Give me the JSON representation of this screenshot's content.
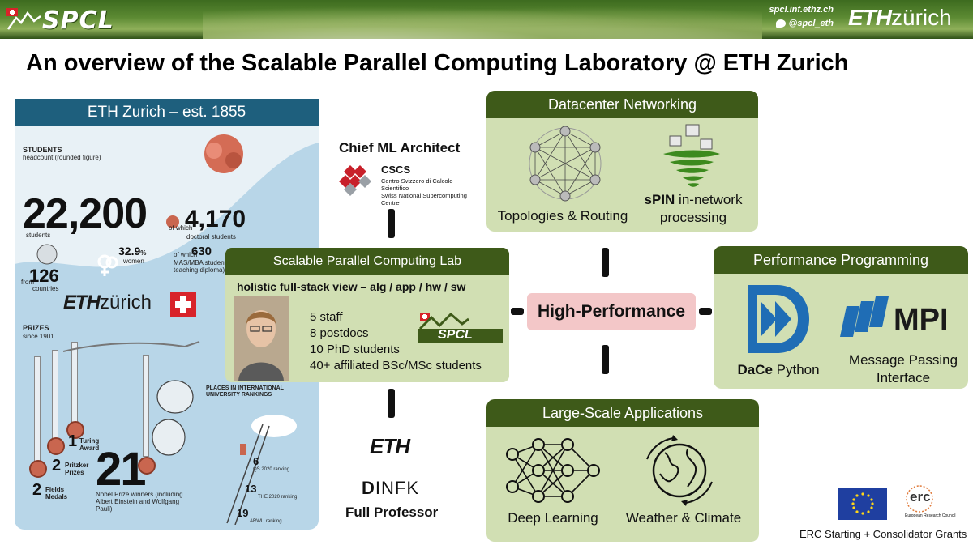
{
  "header": {
    "logo_text": "SPCL",
    "website": "spcl.inf.ethz.ch",
    "twitter": "@spcl_eth",
    "eth_logo_bold": "ETH",
    "eth_logo_light": "zürich"
  },
  "title": "An overview of the Scalable Parallel Computing Laboratory @ ETH Zurich",
  "eth_panel": {
    "header": "ETH Zurich – est. 1855",
    "students_label": "STUDENTS",
    "students_sub": "headcount (rounded figure)",
    "students_total": "22,200",
    "students_word": "students",
    "of_which": "of which",
    "doctoral_count": "4,170",
    "doctoral_label": "doctoral students",
    "women_pct": "32.9",
    "women_unit": "%",
    "women_label": "women",
    "mas_count": "630",
    "mas_label": "MAS/MBA students (incl. teaching diploma)",
    "countries_from": "from",
    "countries_count": "126",
    "countries_label": "countries",
    "logo_bold": "ETH",
    "logo_light": "zürich",
    "prizes_label": "PRIZES",
    "prizes_since": "since 1901",
    "turing_count": "1",
    "turing_label": "Turing Award",
    "pritzker_count": "2",
    "pritzker_label": "Pritzker Prizes",
    "fields_count": "2",
    "fields_label": "Fields Medals",
    "nobel_count": "21",
    "nobel_label": "Nobel Prize winners (including Albert Einstein and Wolfgang Pauli)",
    "rankings_label": "PLACES IN INTERNATIONAL UNIVERSITY RANKINGS",
    "rank_qs": "6",
    "rank_qs_label": "QS 2020 ranking",
    "rank_the": "13",
    "rank_the_label": "THE 2020 ranking",
    "rank_arwu": "19",
    "rank_arwu_label": "ARWU ranking"
  },
  "center": {
    "chief_role": "Chief ML Architect",
    "cscs_name": "CSCS",
    "cscs_sub1": "Centro Svizzero di Calcolo Scientifico",
    "cscs_sub2": "Swiss National Supercomputing Centre",
    "lab_title": "Scalable Parallel Computing Lab",
    "holistic": "holistic full-stack view –  alg / app / hw / sw",
    "staff": [
      "5 staff",
      "8 postdocs",
      "10 PhD students",
      "40+ affiliated BSc/MSc students"
    ],
    "lab_logo_text": "SPCL",
    "eth_mark": "ETH",
    "dinfk_bold": "D",
    "dinfk_rest": "INFK",
    "full_professor": "Full Professor",
    "high_performance": "High-Performance"
  },
  "datacenter": {
    "title": "Datacenter Networking",
    "topologies": "Topologies & Routing",
    "spin_bold": "sPIN",
    "spin_rest": " in-network",
    "spin_line2": "processing"
  },
  "perf": {
    "title": "Performance Programming",
    "dace_bold": "DaCe",
    "dace_rest": " Python",
    "mpi_logo": "MPI",
    "mpi_caption1": "Message Passing",
    "mpi_caption2": "Interface"
  },
  "apps": {
    "title": "Large-Scale Applications",
    "deep_learning": "Deep Learning",
    "weather": "Weather & Climate"
  },
  "erc": {
    "logo_text": "erc",
    "logo_sub": "European Research Council",
    "grants": "ERC Starting + Consolidator Grants"
  },
  "colors": {
    "dark_green": "#3e5a19",
    "light_green": "#d1dfb3",
    "eth_blue": "#1e5f7d",
    "panel_blue": "#b8d6e8",
    "hp_pink": "#f3c7c8",
    "swiss_red": "#d8232a"
  }
}
